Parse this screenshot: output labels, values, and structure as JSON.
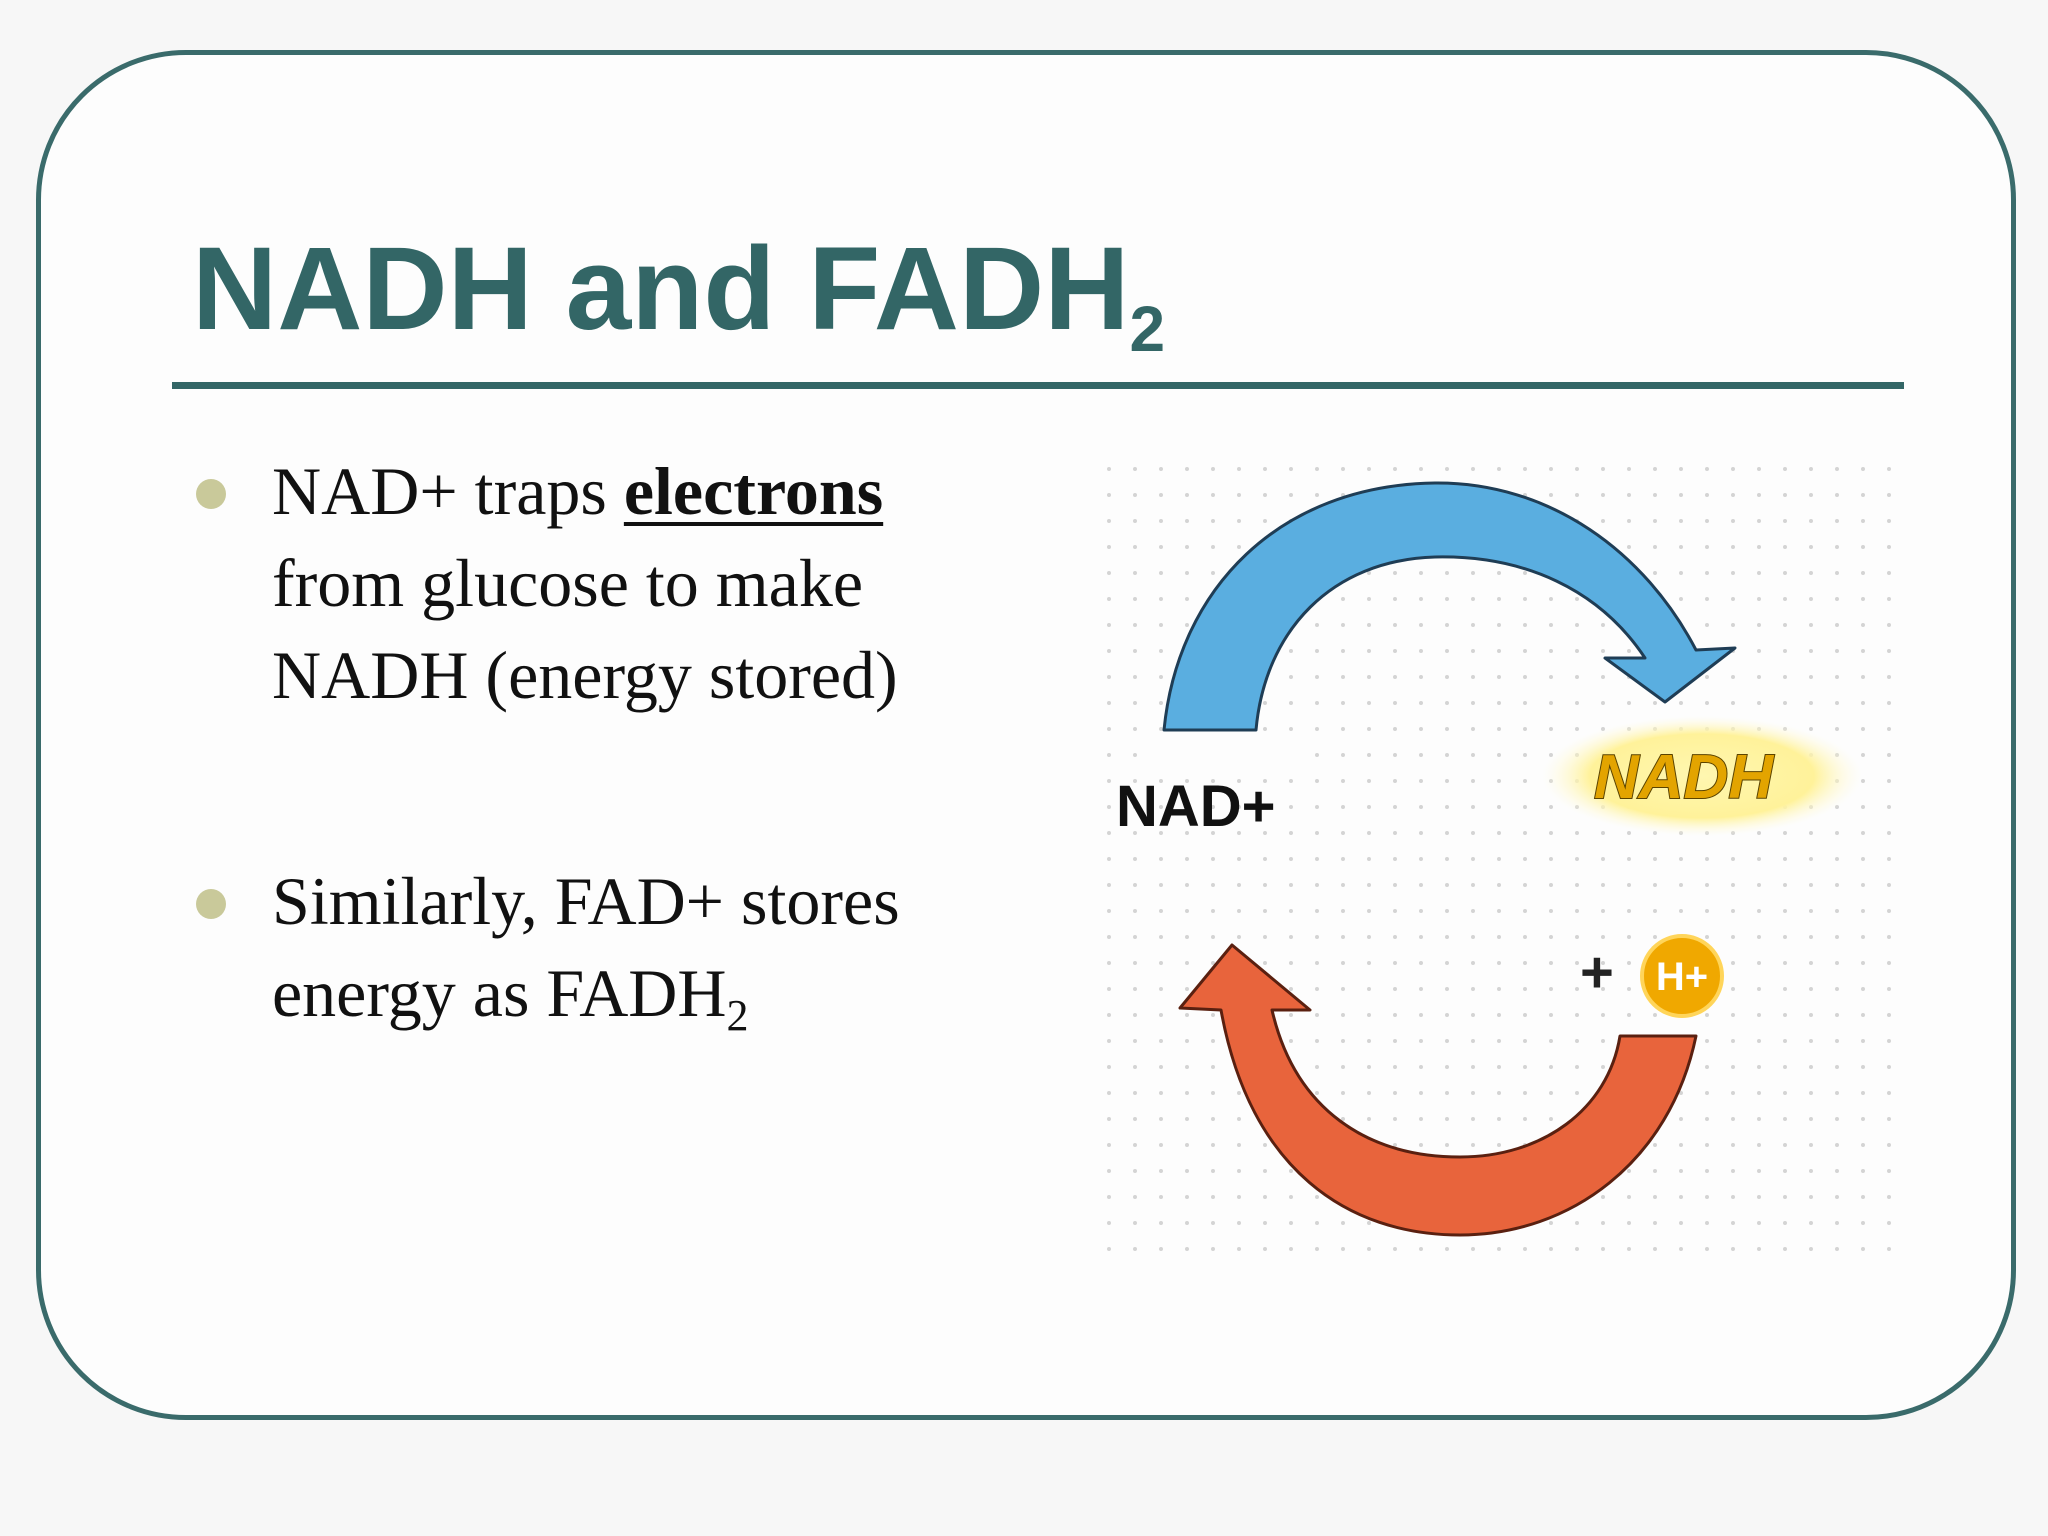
{
  "slide": {
    "title": {
      "text": "NADH and FADH",
      "subscript": "2"
    },
    "bullets": [
      {
        "before": "NAD+ traps ",
        "emphasis": "electrons",
        "after": " from glucose to make NADH (energy stored)"
      },
      {
        "before": "Similarly, FAD+ stores energy as FADH",
        "subscript": "2"
      }
    ]
  },
  "diagram": {
    "nad_label": "NAD+",
    "nadh_label": "NADH",
    "plus_label": "+",
    "proton_label": "H+",
    "top_arrow_color": "#5aaee0",
    "bottom_arrow_color": "#e8643c",
    "nadh_glow_color": "#fff29a",
    "proton_color": "#f0a800"
  },
  "colors": {
    "frame": "#3a6b6b",
    "title": "#336666",
    "bullet_dot": "#c9c99a"
  }
}
